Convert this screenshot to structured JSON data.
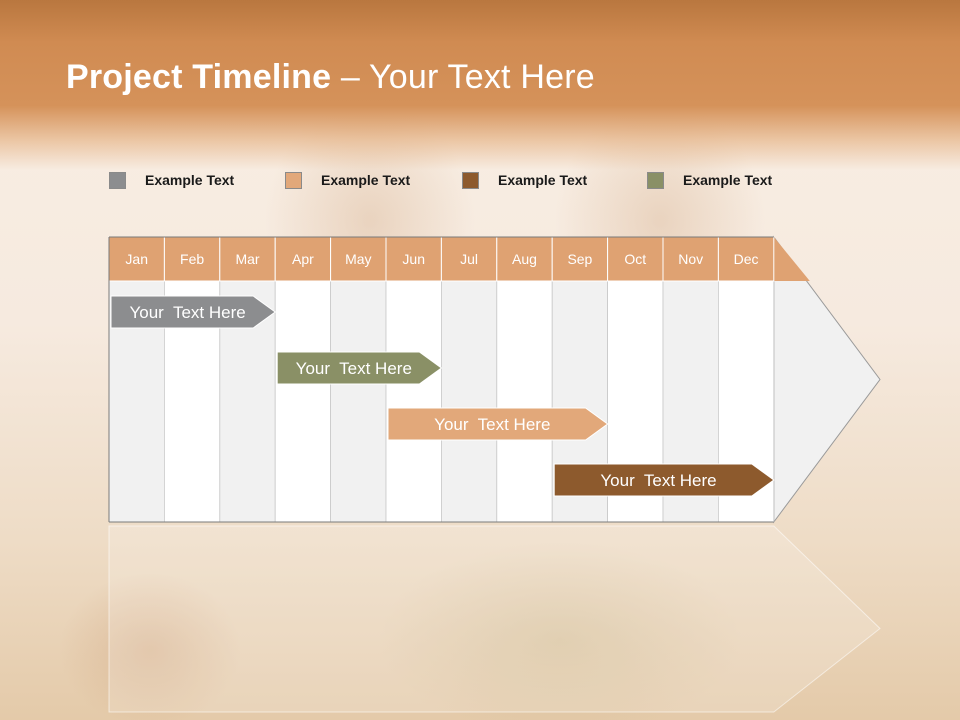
{
  "title": {
    "bold": "Project Timeline",
    "rest": " – Your Text Here"
  },
  "legend": [
    {
      "label": "Example Text",
      "color": "#8c8d8f"
    },
    {
      "label": "Example Text",
      "color": "#e2a87a"
    },
    {
      "label": "Example Text",
      "color": "#8d5a2d"
    },
    {
      "label": "Example Text",
      "color": "#8a9066"
    }
  ],
  "timeline": {
    "months": [
      "Jan",
      "Feb",
      "Mar",
      "Apr",
      "May",
      "Jun",
      "Jul",
      "Aug",
      "Sep",
      "Oct",
      "Nov",
      "Dec"
    ],
    "header_color": "#dfa272",
    "tasks": [
      {
        "label": "Your  Text Here",
        "start": 1,
        "end": 4,
        "color": "#8c8d8f"
      },
      {
        "label": "Your  Text Here",
        "start": 4,
        "end": 7,
        "color": "#8a9066"
      },
      {
        "label": "Your  Text Here",
        "start": 6,
        "end": 10,
        "color": "#e2a87a"
      },
      {
        "label": "Your  Text Here",
        "start": 9,
        "end": 13,
        "color": "#8d5a2d"
      }
    ]
  }
}
